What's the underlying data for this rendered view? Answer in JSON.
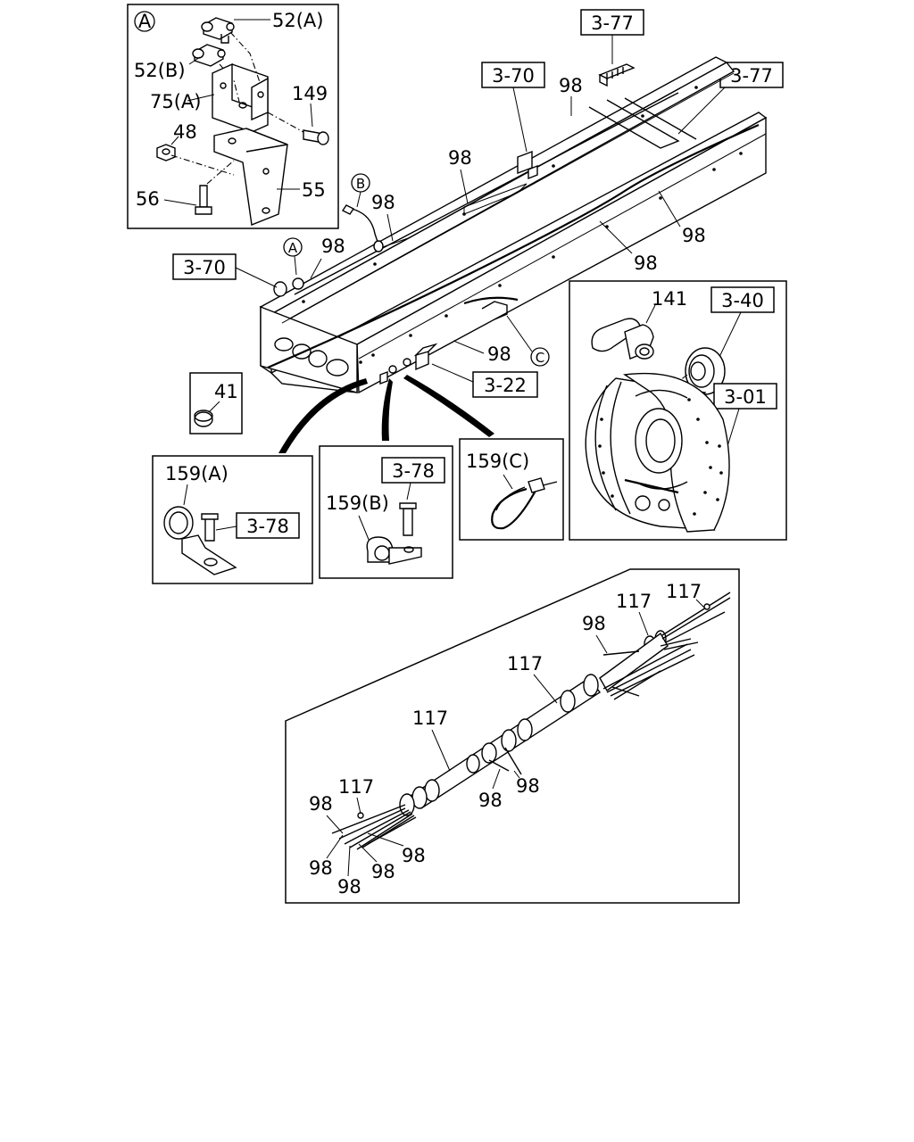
{
  "callouts": {
    "a_circle": "A",
    "b_circle": "B",
    "c_circle": "C",
    "p52a": "52(A)",
    "p52b": "52(B)",
    "p75a": "75(A)",
    "p149": "149",
    "p48": "48",
    "p55": "55",
    "p56": "56",
    "p98": "98",
    "p41": "41",
    "p141": "141",
    "p159a": "159(A)",
    "p159b": "159(B)",
    "p159c": "159(C)",
    "p117": "117"
  },
  "refs": {
    "r377": "3-77",
    "r370": "3-70",
    "r340": "3-40",
    "r301": "3-01",
    "r322": "3-22",
    "r378": "3-78"
  }
}
